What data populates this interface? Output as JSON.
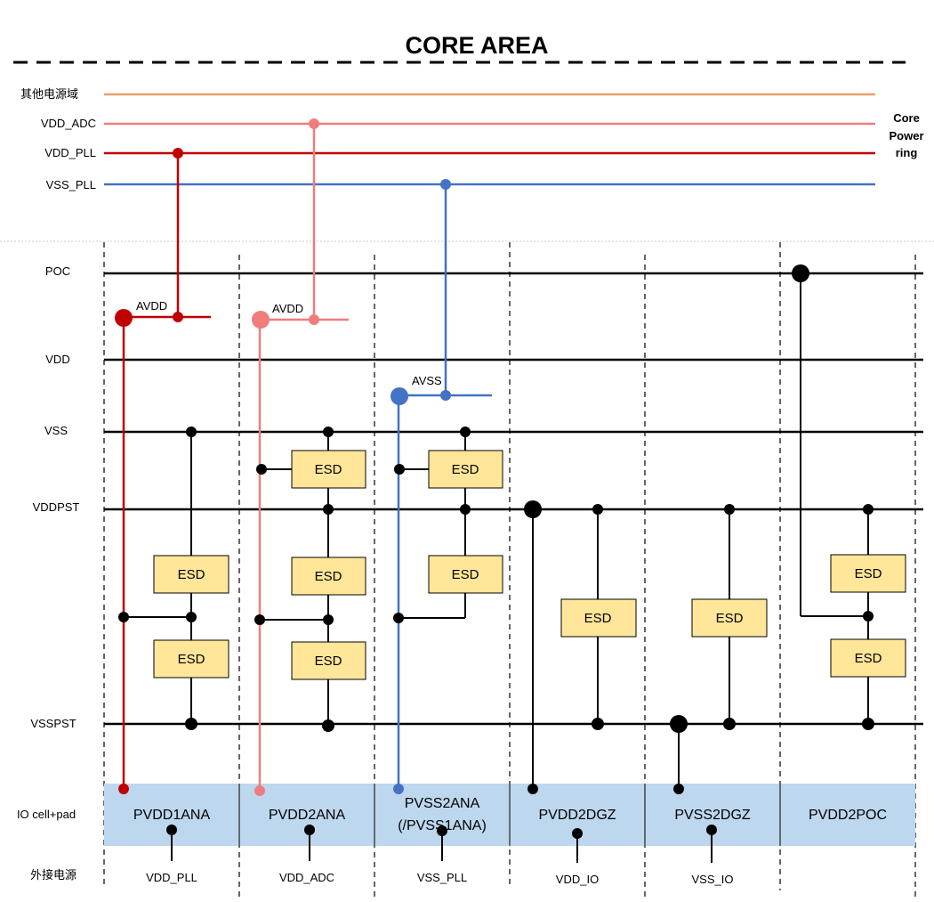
{
  "title": "CORE AREA",
  "core_ring": {
    "line1": "Core",
    "line2": "Power",
    "line3": "ring"
  },
  "top_rails": {
    "other_domain": "其他电源域",
    "vdd_adc": "VDD_ADC",
    "vdd_pll": "VDD_PLL",
    "vss_pll": "VSS_PLL"
  },
  "rails": {
    "poc": "POC",
    "vdd": "VDD",
    "vss": "VSS",
    "vddpst": "VDDPST",
    "vsspst": "VSSPST"
  },
  "row_labels": {
    "io": "IO cell+pad",
    "external": "外接电源"
  },
  "branch_labels": {
    "avdd1": "AVDD",
    "avdd2": "AVDD",
    "avss": "AVSS"
  },
  "esd_label": "ESD",
  "cells": [
    {
      "name": "PVDD1ANA",
      "name2": "",
      "supply": "VDD_PLL"
    },
    {
      "name": "PVDD2ANA",
      "name2": "",
      "supply": "VDD_ADC"
    },
    {
      "name": "PVSS2ANA",
      "name2": "(/PVSS1ANA)",
      "supply": "VSS_PLL"
    },
    {
      "name": "PVDD2DGZ",
      "name2": "",
      "supply": "VDD_IO"
    },
    {
      "name": "PVSS2DGZ",
      "name2": "",
      "supply": "VSS_IO"
    },
    {
      "name": "PVDD2POC",
      "name2": "",
      "supply": ""
    }
  ],
  "colors": {
    "other_domain": "#e8a06a",
    "vdd_adc": "#f07c7c",
    "vdd_pll": "#c00000",
    "vss_pll": "#4472c4",
    "rail": "#000000",
    "esd_fill": "#ffe699",
    "cell_fill": "#bdd7ee"
  }
}
